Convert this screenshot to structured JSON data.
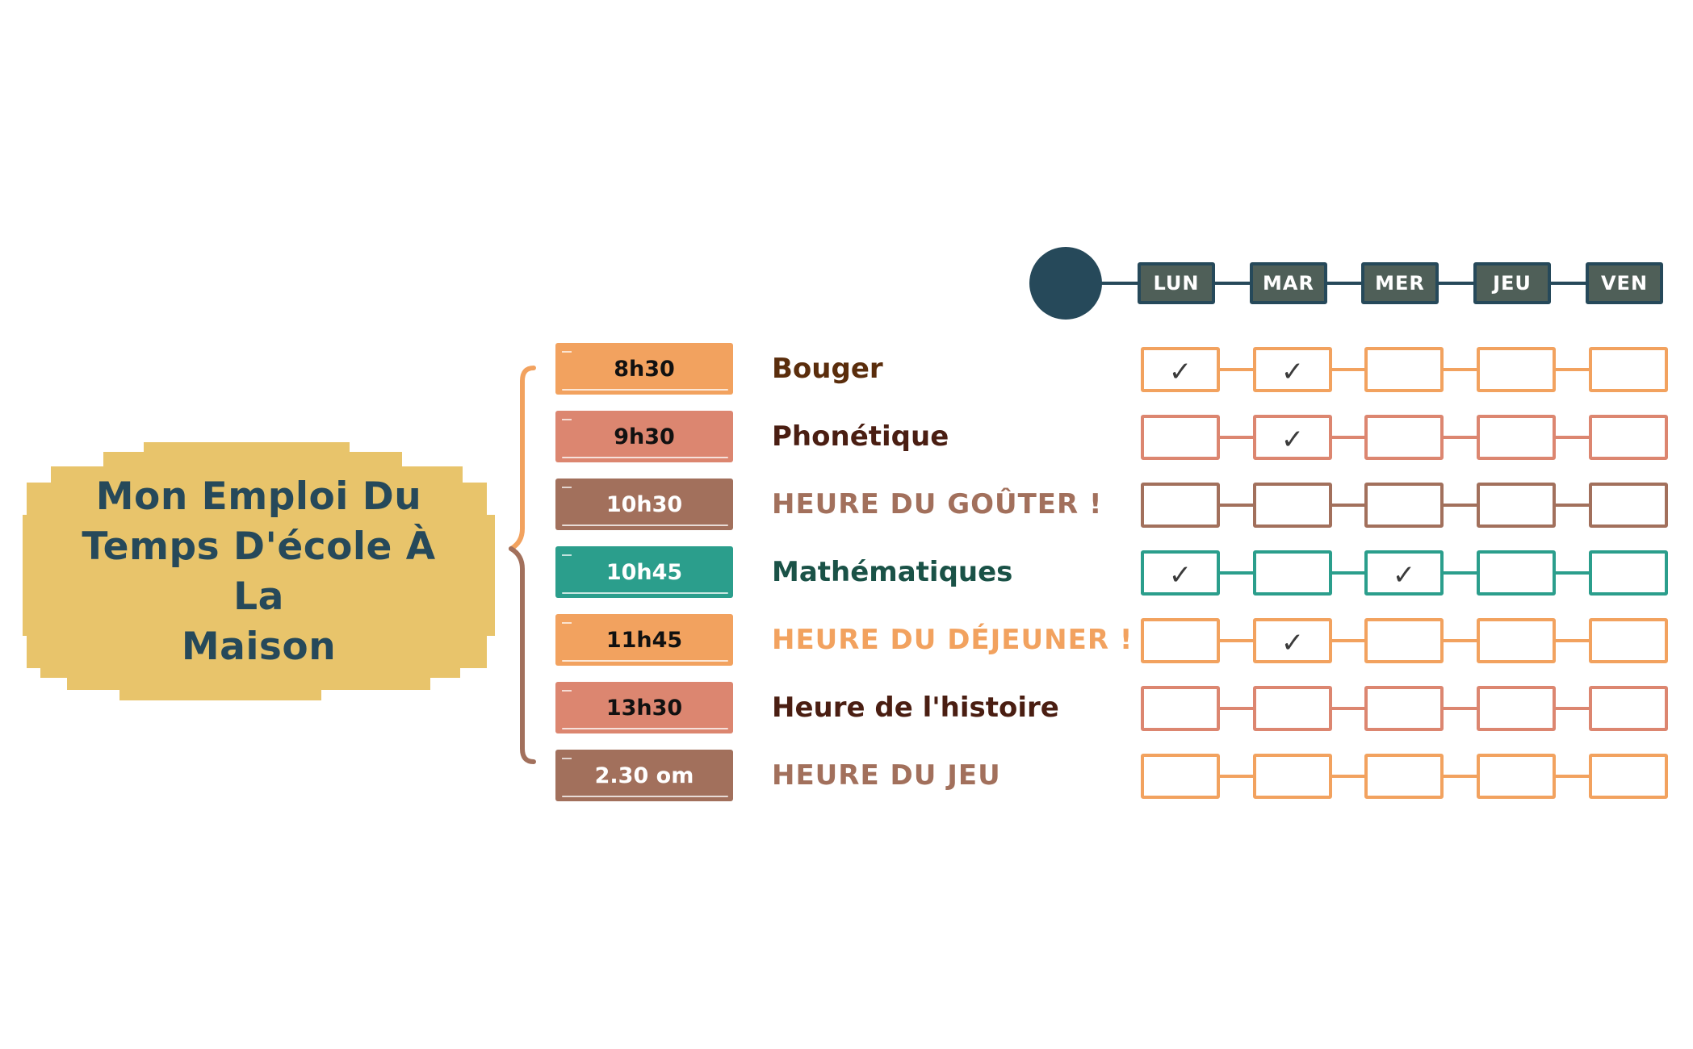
{
  "title": {
    "lines": [
      "Mon Emploi Du",
      "Temps D'école À La",
      "Maison"
    ],
    "text": "Mon Emploi Du Temps D'école À La Maison",
    "color": "#26495a",
    "background": "#e8c46b"
  },
  "days": [
    {
      "label": "LUN"
    },
    {
      "label": "MAR"
    },
    {
      "label": "MER"
    },
    {
      "label": "JEU"
    },
    {
      "label": "VEN"
    }
  ],
  "header_colors": {
    "circle": "#26495a",
    "box_fill": "#4f5f58",
    "box_border": "#26495a",
    "text": "#ffffff"
  },
  "schedule": [
    {
      "time": "8h30",
      "activity": "Bouger",
      "time_bg": "#f2a25f",
      "time_fg": "#111111",
      "activity_color": "#5a2d0c",
      "caps": false,
      "grid_color": "#f2a25f",
      "checks": [
        true,
        true,
        false,
        false,
        false
      ]
    },
    {
      "time": "9h30",
      "activity": "Phonétique",
      "time_bg": "#dc8670",
      "time_fg": "#111111",
      "activity_color": "#4a1e12",
      "caps": false,
      "grid_color": "#dc8670",
      "checks": [
        false,
        true,
        false,
        false,
        false
      ]
    },
    {
      "time": "10h30",
      "activity": "HEURE DU GOÛTER !",
      "time_bg": "#a2705c",
      "time_fg": "#ffffff",
      "activity_color": "#a2705c",
      "caps": true,
      "grid_color": "#a2705c",
      "checks": [
        false,
        false,
        false,
        false,
        false
      ]
    },
    {
      "time": "10h45",
      "activity": "Mathématiques",
      "time_bg": "#2b9e8c",
      "time_fg": "#ffffff",
      "activity_color": "#1a5247",
      "caps": false,
      "grid_color": "#2b9e8c",
      "checks": [
        true,
        false,
        true,
        false,
        false
      ]
    },
    {
      "time": "11h45",
      "activity": "HEURE DU DÉJEUNER !",
      "time_bg": "#f2a25f",
      "time_fg": "#111111",
      "activity_color": "#f2a25f",
      "caps": true,
      "grid_color": "#f2a25f",
      "checks": [
        false,
        true,
        false,
        false,
        false
      ]
    },
    {
      "time": "13h30",
      "activity": "Heure de l'histoire",
      "time_bg": "#dc8670",
      "time_fg": "#111111",
      "activity_color": "#4a1e12",
      "caps": false,
      "grid_color": "#dc8670",
      "checks": [
        false,
        false,
        false,
        false,
        false
      ]
    },
    {
      "time": "2.30 om",
      "activity": "HEURE DU JEU",
      "time_bg": "#a2705c",
      "time_fg": "#ffffff",
      "activity_color": "#a2705c",
      "caps": true,
      "grid_color": "#f2a25f",
      "checks": [
        false,
        false,
        false,
        false,
        false
      ]
    }
  ],
  "bracket_colors": {
    "upper": "#f2a25f",
    "lower": "#a2705c"
  },
  "check_glyph": "✓"
}
